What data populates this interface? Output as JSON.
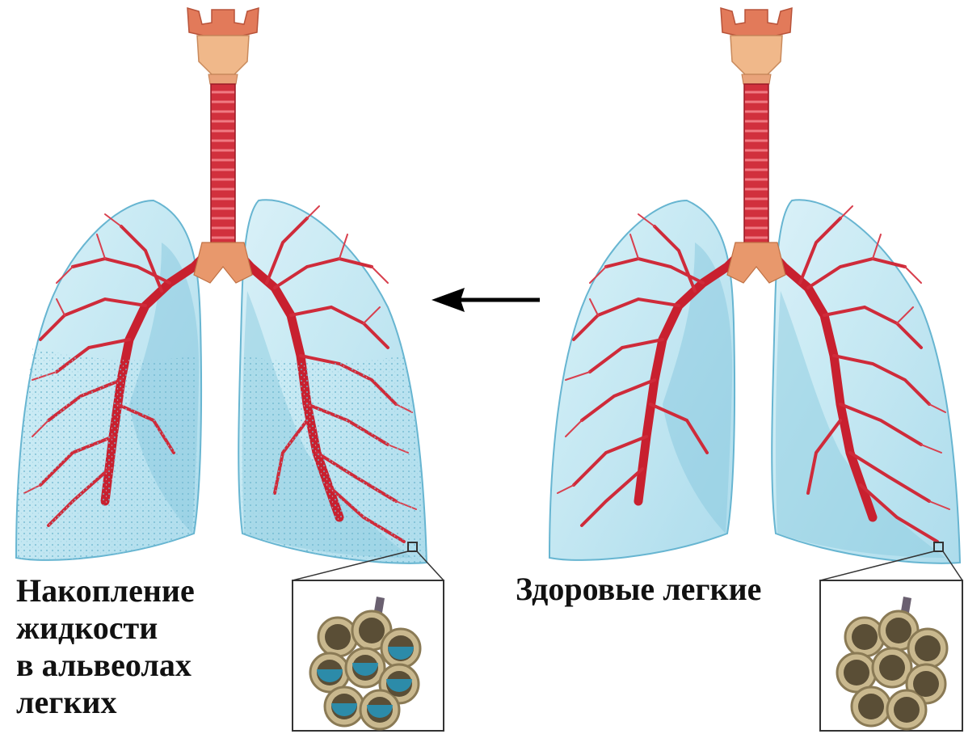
{
  "left_panel": {
    "caption_lines": [
      "Накопление",
      "жидкости",
      "в альвеолах",
      "легких"
    ]
  },
  "right_panel": {
    "caption": "Здоровые легкие"
  },
  "arrow": {
    "direction": "left"
  },
  "colors": {
    "lung_fill": "#bfe6f2",
    "lung_edge": "#5fb2cf",
    "lung_inner": "#8ccbe0",
    "airway_red": "#c8202f",
    "larynx": "#e8a070",
    "alveoli_tan": "#c9b88e",
    "fluid_blue": "#2a8fb0",
    "frame": "#333333",
    "arrow": "#000000"
  },
  "icons": [
    "lungs-illustration",
    "alveoli-cluster-icon",
    "left-arrow-icon"
  ]
}
